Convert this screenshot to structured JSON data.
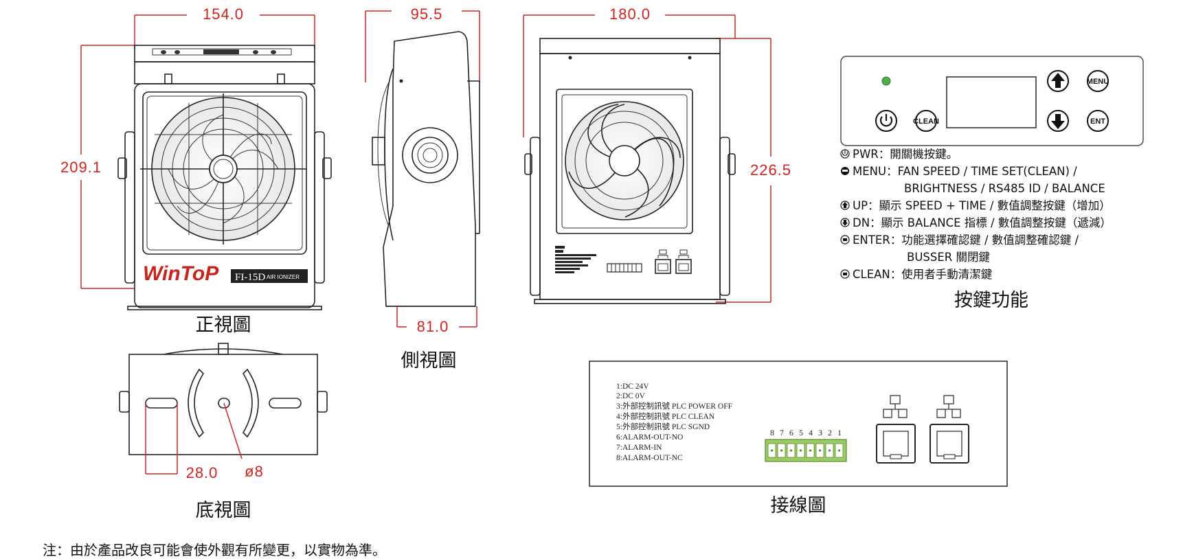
{
  "dimensions": {
    "front_width": "154.0",
    "side_width": "95.5",
    "back_width": "180.0",
    "front_height": "209.1",
    "back_height": "226.5",
    "side_base": "81.0",
    "bottom_hole_spacing": "28.0",
    "bottom_hole_dia": "ø8"
  },
  "captions": {
    "front": "正視圖",
    "side": "側視圖",
    "bottom": "底視圖",
    "wiring": "接線圖",
    "keys": "按鍵功能"
  },
  "device_label": {
    "brand": "WinToP",
    "model": "FI-15D",
    "model_sub": "AIR IONIZER"
  },
  "control_panel": {
    "menu_key": "MENU",
    "enter_key": "ENT",
    "clean_key": "CLEAN",
    "led_color": "#4caf50"
  },
  "key_legend": [
    {
      "icon": "power-icon",
      "text": "PWR：開關機按鍵。"
    },
    {
      "icon": "menu-icon",
      "text": "MENU：FAN SPEED / TIME SET(CLEAN) /"
    },
    {
      "icon": "",
      "text": "BRIGHTNESS / RS485 ID / BALANCE"
    },
    {
      "icon": "up-arrow-icon",
      "text": "UP：顯示 SPEED + TIME / 數值調整按鍵（增加）"
    },
    {
      "icon": "down-arrow-icon",
      "text": "DN：顯示 BALANCE 指標 / 數值調整按鍵（遞減）"
    },
    {
      "icon": "enter-icon",
      "text": "ENTER：功能選擇確認鍵 / 數值調整確認鍵 /"
    },
    {
      "icon": "",
      "text": "BUSSER 關閉鍵"
    },
    {
      "icon": "clean-icon",
      "text": "CLEAN：使用者手動清潔鍵"
    }
  ],
  "wiring": {
    "pins": [
      "1:DC 24V",
      "2:DC  0V",
      "3:外部控制訊號 PLC POWER OFF",
      "4:外部控制訊號 PLC CLEAN",
      "5:外部控制訊號 PLC SGND",
      "6:ALARM-OUT-NO",
      "7:ALARM-IN",
      "8:ALARM-OUT-NC"
    ],
    "terminal_numbers": [
      "8",
      "7",
      "6",
      "5",
      "4",
      "3",
      "2",
      "1"
    ],
    "terminal_color": "#9ccc65"
  },
  "footnote": "注：由於產品改良可能會使外觀有所變更，以實物為準。",
  "colors": {
    "dimension": "#d4231f",
    "line": "#222222"
  }
}
